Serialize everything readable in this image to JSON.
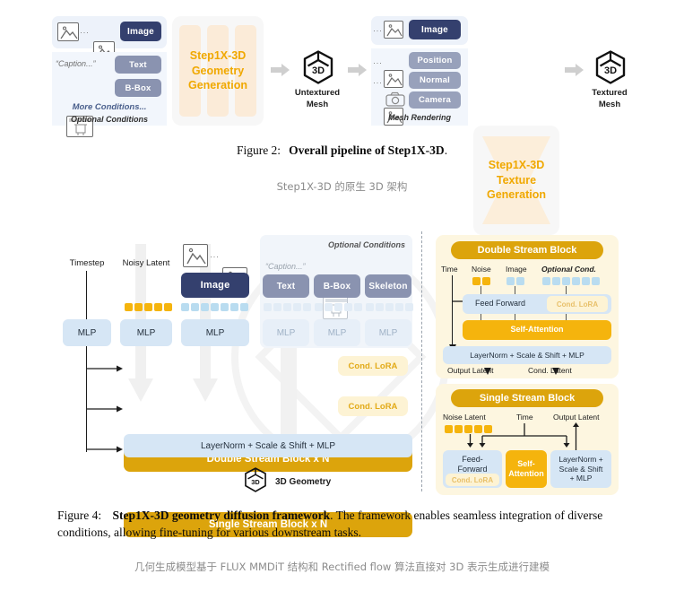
{
  "figure2": {
    "left_conditions": {
      "image_label": "Image",
      "text_label": "Text",
      "bbox_label": "B-Box",
      "caption_placeholder": "“Caption...”",
      "more_conditions": "More Conditions...",
      "optional_conditions": "Optional Conditions",
      "ellipsis": "···"
    },
    "geometry_block": {
      "line1": "Step1X-3D",
      "line2": "Geometry",
      "line3": "Generation"
    },
    "untextured_mesh": {
      "line1": "Untextured",
      "line2": "Mesh",
      "cube_label": "3D"
    },
    "right_conditions": {
      "image_label": "Image",
      "position_label": "Position",
      "normal_label": "Normal",
      "camera_label": "Camera",
      "mesh_rendering": "Mesh Rendering",
      "ellipsis": "···"
    },
    "texture_block": {
      "line1": "Step1X-3D",
      "line2": "Texture",
      "line3": "Generation"
    },
    "textured_mesh": {
      "line1": "Textured",
      "line2": "Mesh",
      "cube_label": "3D"
    },
    "caption_prefix": "Figure 2:",
    "caption_bold": "Overall pipeline of Step1X-3D",
    "caption_tail": ".",
    "caption_zh": "Step1X-3D 的原生 3D 架构"
  },
  "figure4": {
    "left": {
      "timestep": "Timestep",
      "noisy_latent": "Noisy Latent",
      "image_label": "Image",
      "mlp": "MLP",
      "ellipsis": "···",
      "optional_conditions": "Optional Conditions",
      "caption_placeholder": "“Caption...”",
      "text_label": "Text",
      "bbox_label": "B-Box",
      "skeleton_label": "Skeleton",
      "double_stream": "Double Stream Block  x  N",
      "single_stream": "Single Stream Block  x  N",
      "cond_lora": "Cond. LoRA",
      "layernorm": "LayerNorm + Scale & Shift + MLP",
      "geometry_out": "3D Geometry",
      "cube_label": "3D"
    },
    "double_stream_panel": {
      "title": "Double Stream Block",
      "time": "Time",
      "noise": "Noise",
      "image": "Image",
      "optional_cond": "Optional Cond.",
      "feed_forward": "Feed Forward",
      "cond_lora": "Cond. LoRA",
      "self_attention": "Self-Attention",
      "layernorm": "LayerNorm + Scale & Shift + MLP",
      "output_latent": "Output Latent",
      "cond_latent": "Cond. Latent"
    },
    "single_stream_panel": {
      "title": "Single Stream Block",
      "noise_latent": "Noise Latent",
      "time": "Time",
      "output_latent": "Output Latent",
      "feed_forward": "Feed-\nForward",
      "feed_forward_l1": "Feed-",
      "feed_forward_l2": "Forward",
      "cond_lora": "Cond. LoRA",
      "self_attention_l1": "Self-",
      "self_attention_l2": "Attention",
      "layernorm_l1": "LayerNorm +",
      "layernorm_l2": "Scale & Shift",
      "layernorm_l3": "+ MLP"
    },
    "caption_prefix": "Figure 4:",
    "caption_bold": "Step1X-3D geometry diffusion framework",
    "caption_tail": ". The framework enables seamless integration of diverse conditions, allowing fine-tuning for various downstream tasks.",
    "caption_zh": "几何生成模型基于 FLUX MMDiT 结构和 Rectified flow 算法直接对 3D 表示生成进行建模"
  },
  "colors": {
    "dark_pill": "#34406e",
    "gray_pill": "#8a93b0",
    "amber": "#dca40c",
    "amber_bright": "#f5b40d",
    "light_blue": "#d6e6f5",
    "cond_bg": "#edf2fa",
    "panel_bg": "#fdf6e0",
    "lora_bg": "#fdf3d4",
    "caption_zh": "#8c8c8c"
  }
}
